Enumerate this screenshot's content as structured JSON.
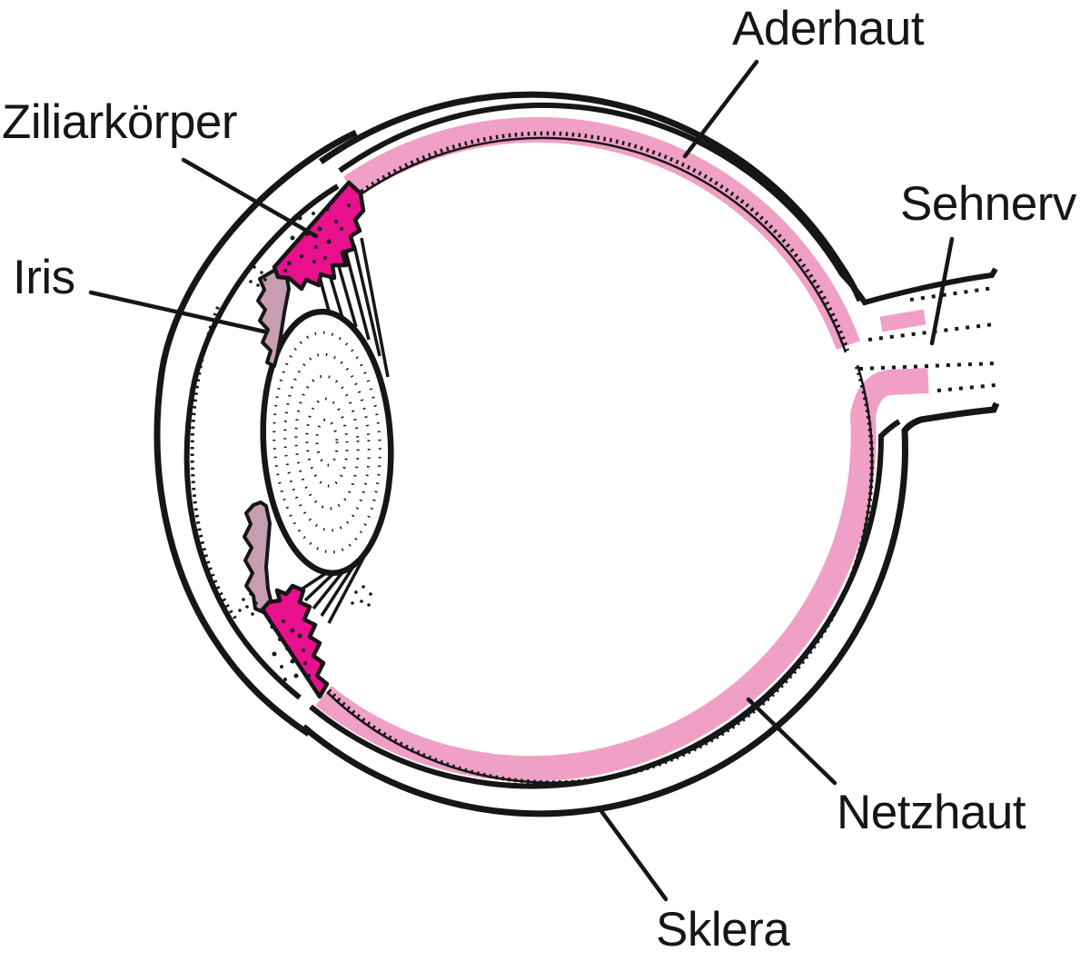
{
  "diagram": {
    "labels": {
      "ziliarkoerper": "Ziliarkörper",
      "iris": "Iris",
      "aderhaut": "Aderhaut",
      "sehnerv": "Sehnerv",
      "netzhaut": "Netzhaut",
      "sklera": "Sklera"
    },
    "colors": {
      "line": "#161616",
      "choroid-pink": "#F0A0C4",
      "ciliary-magenta": "#E8108C",
      "iris-mauve": "#C79DB1",
      "background": "#FFFFFF"
    }
  }
}
